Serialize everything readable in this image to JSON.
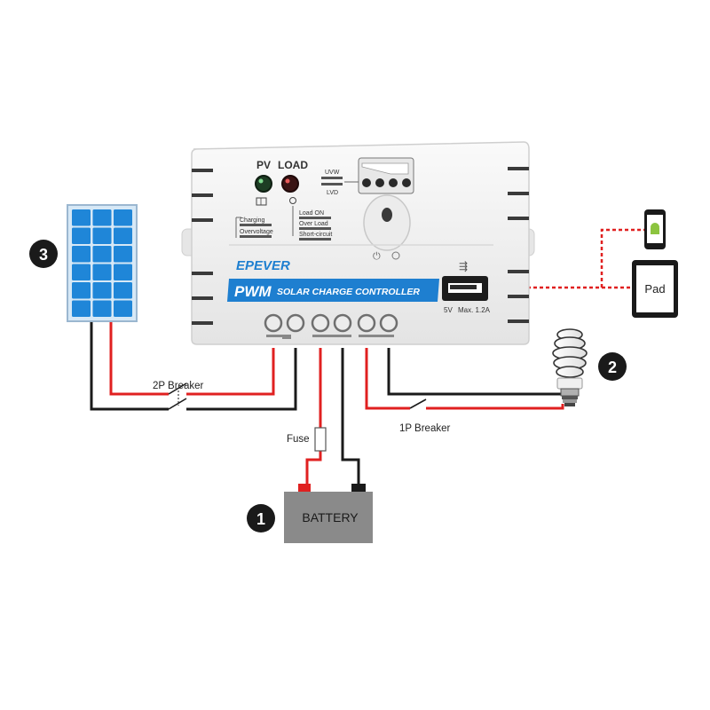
{
  "controller": {
    "pv_label": "PV",
    "load_label": "LOAD",
    "uvw_label": "UVW",
    "lvd_label": "LVD",
    "charging_label": "Charging",
    "overvoltage_label": "Overvoltage",
    "load_on_label": "Load ON",
    "over_load_label": "Over Load",
    "short_circuit_label": "Short-circuit",
    "brand": "EPEVER",
    "pwm_label": "PWM",
    "product_label": "SOLAR CHARGE CONTROLLER",
    "usb_voltage": "5V",
    "usb_max": "Max. 1.2A"
  },
  "devices": {
    "pad_label": "Pad",
    "battery_label": "BATTERY"
  },
  "wiring": {
    "breaker_2p": "2P Breaker",
    "breaker_1p": "1P Breaker",
    "fuse": "Fuse"
  },
  "markers": {
    "battery": "1",
    "load": "2",
    "panel": "3"
  },
  "colors": {
    "positive_wire": "#e02020",
    "negative_wire": "#1a1a1a",
    "data_link": "#e02020",
    "brand_blue": "#1e7fd0",
    "panel_cell": "#1f86d8",
    "battery_body": "#8a8a8a"
  }
}
